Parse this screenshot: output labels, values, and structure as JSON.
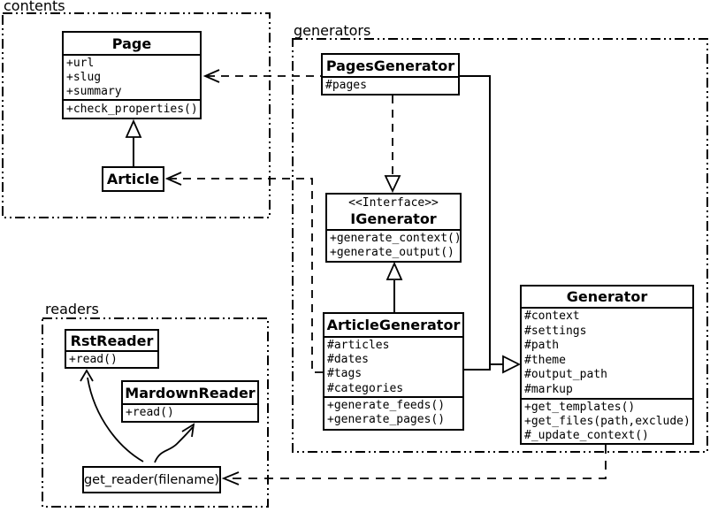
{
  "colors": {
    "ink": "#000000",
    "paper": "#ffffff"
  },
  "packages": {
    "contents": {
      "label": "contents"
    },
    "generators": {
      "label": "generators"
    },
    "readers": {
      "label": "readers"
    }
  },
  "classes": {
    "page": {
      "name": "Page",
      "attributes": [
        "+url",
        "+slug",
        "+summary"
      ],
      "methods": [
        "+check_properties()"
      ]
    },
    "article": {
      "name": "Article"
    },
    "pages_generator": {
      "name": "PagesGenerator",
      "attributes": [
        "#pages"
      ]
    },
    "igenerator": {
      "stereotype": "<<Interface>>",
      "name": "IGenerator",
      "methods": [
        "+generate_context()",
        "+generate_output()"
      ]
    },
    "article_generator": {
      "name": "ArticleGenerator",
      "attributes": [
        "#articles",
        "#dates",
        "#tags",
        "#categories"
      ],
      "methods": [
        "+generate_feeds()",
        "+generate_pages()"
      ]
    },
    "generator": {
      "name": "Generator",
      "attributes": [
        "#context",
        "#settings",
        "#path",
        "#theme",
        "#output_path",
        "#markup"
      ],
      "methods": [
        "+get_templates()",
        "+get_files(path,exclude)",
        "#_update_context()"
      ]
    },
    "rst_reader": {
      "name": "RstReader",
      "methods": [
        "+read()"
      ]
    },
    "mardown_reader": {
      "name": "MardownReader",
      "methods": [
        "+read()"
      ]
    },
    "get_reader": {
      "label": "get_reader(filename)"
    }
  },
  "relationships": {
    "article_extends_page": "Article --|> Page",
    "pagesgenerator_uses_page": "PagesGenerator ..> Page",
    "articlegenerator_uses_article": "ArticleGenerator ..> Article",
    "pagesgenerator_implements_igenerator": "PagesGenerator ..|> IGenerator",
    "articlegenerator_implements_igenerator": "ArticleGenerator --|> IGenerator",
    "generators_extend_generator": "PagesGenerator, ArticleGenerator --|> Generator",
    "generator_uses_get_reader": "Generator ..> get_reader(filename)",
    "get_reader_returns_readers": "get_reader -> RstReader, MardownReader"
  }
}
